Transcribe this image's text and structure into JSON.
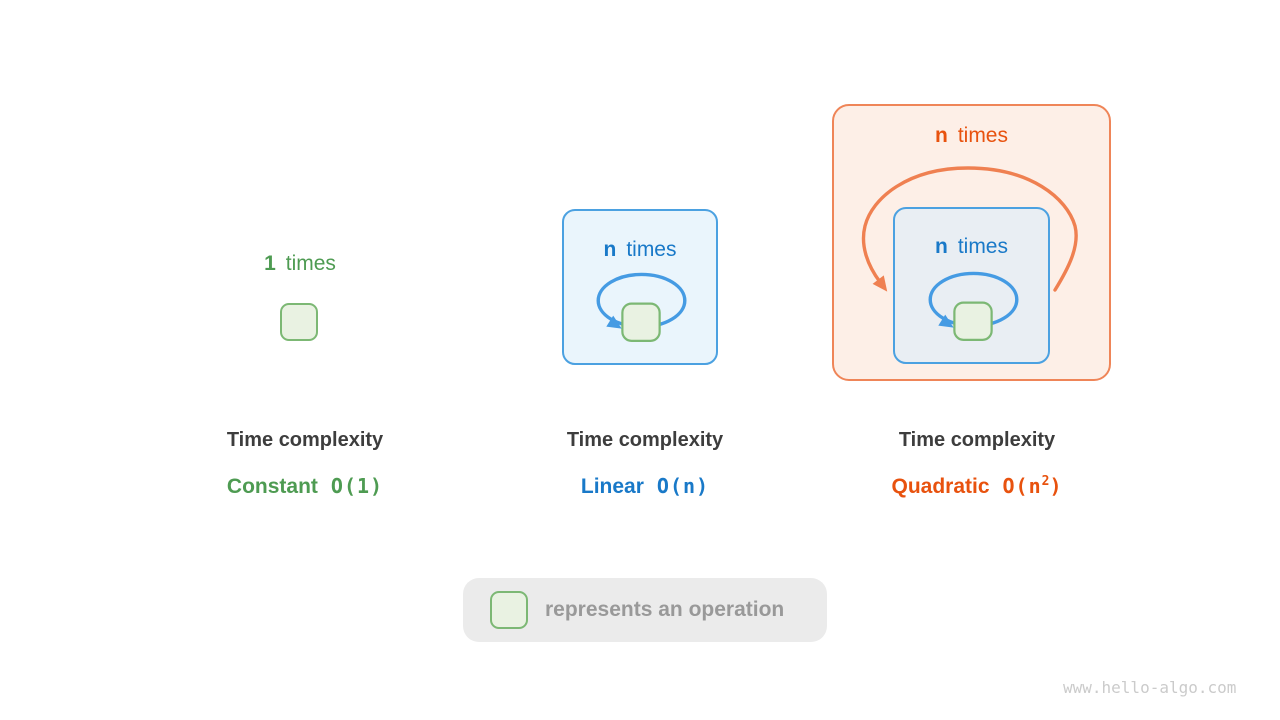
{
  "panels": [
    {
      "count": "1",
      "word": "times",
      "title": "Time complexity",
      "name": "Constant",
      "code": "O(1)"
    },
    {
      "count": "n",
      "word": "times",
      "title": "Time complexity",
      "name": "Linear",
      "code": "O(n)"
    },
    {
      "outer_count": "n",
      "outer_word": "times",
      "count": "n",
      "word": "times",
      "title": "Time complexity",
      "name": "Quadratic",
      "code_pre": "O(n",
      "code_sup": "2",
      "code_post": ")"
    }
  ],
  "legend": {
    "text": "represents an operation"
  },
  "watermark": "www.hello-algo.com",
  "icons": {
    "loop_arrow": "loop-arrow-icon",
    "outer_loop_arrow": "outer-loop-arrow-icon",
    "operation": "operation-square"
  },
  "colors": {
    "green_text": "#4E9B52",
    "green_border": "#7CB874",
    "green_fill": "#E9F2E2",
    "blue_text": "#1979C8",
    "blue_border": "#4BA1E1",
    "blue_box_fill": "#EAF5FC",
    "inner_box_fill": "#E9EEF3",
    "blue_arrow": "#459BE3",
    "orange_text": "#E8520E",
    "orange_border": "#EF8558",
    "orange_box_fill": "#FDEFE7",
    "orange_arrow": "#EF8051",
    "title_text": "#3D3D3D",
    "legend_bg": "#EBEBEB",
    "legend_text": "#999999",
    "watermark_text": "#CBCBCB"
  }
}
